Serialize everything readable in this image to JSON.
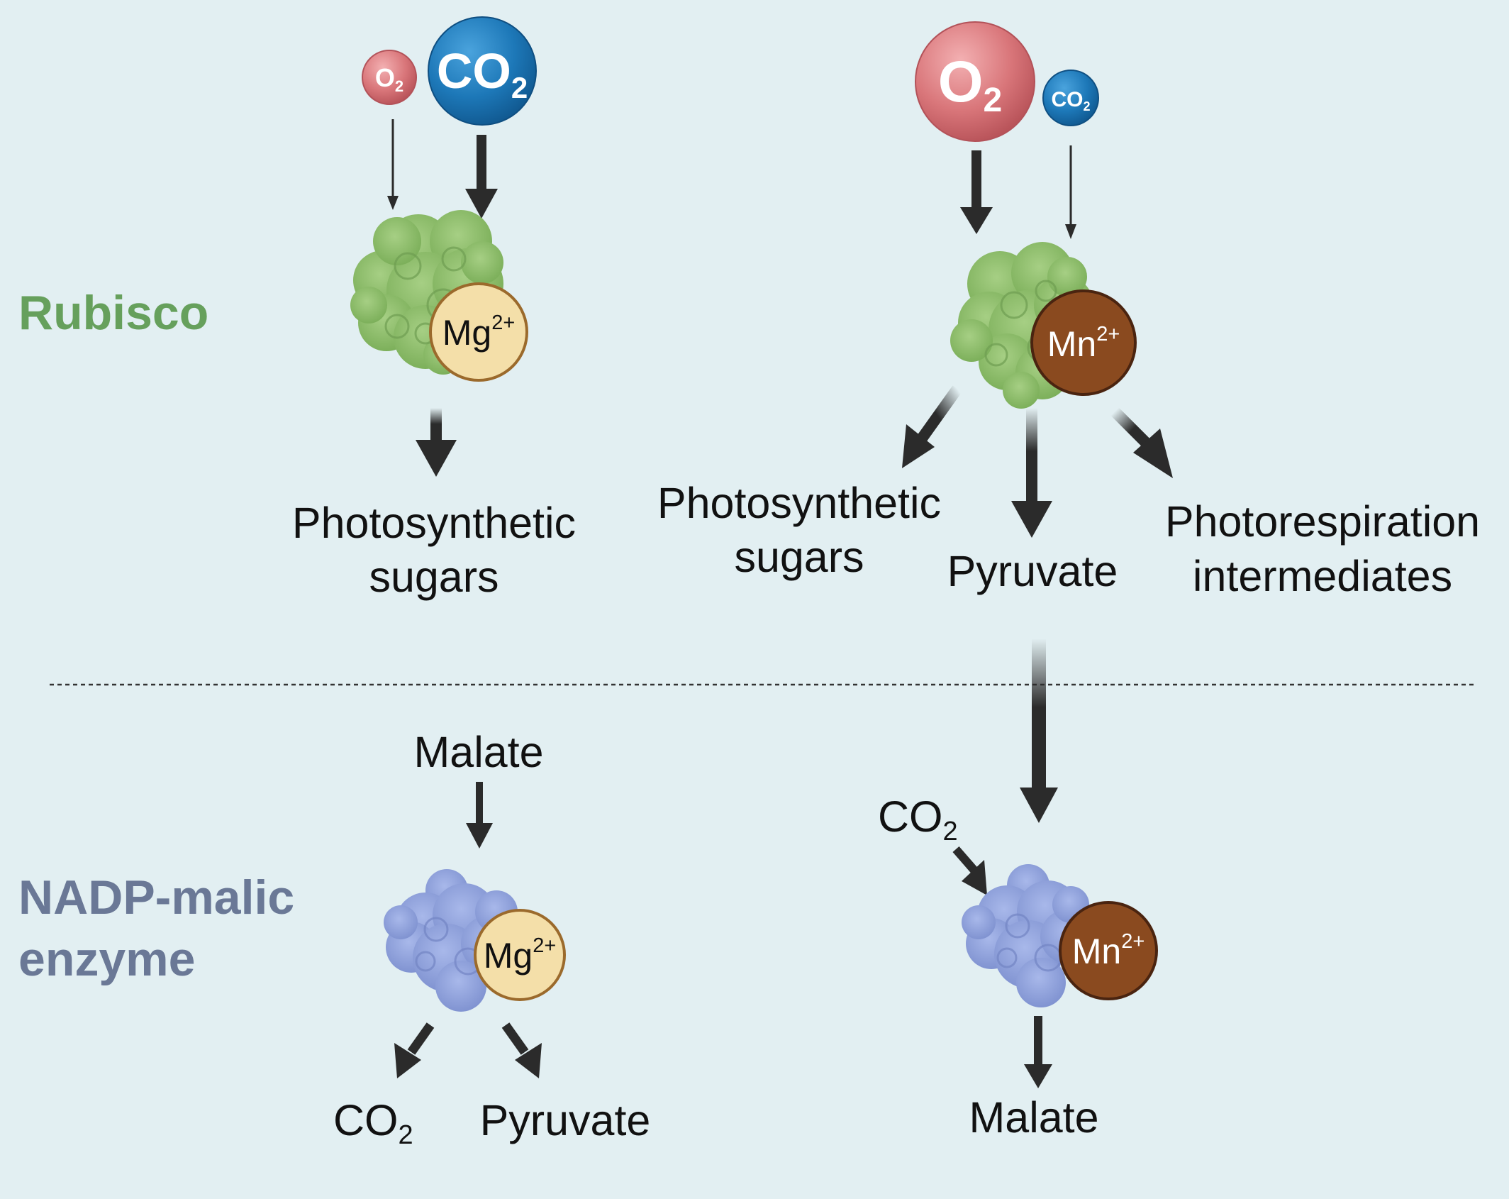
{
  "colors": {
    "background": "#e2eff2",
    "rubisco_label": "#66a05c",
    "nme_label": "#6a7896",
    "rubisco_protein": "#8fbe6b",
    "nme_protein": "#8d9fd9",
    "mg_fill": "#f4dfa9",
    "mg_stroke": "#9b6a2c",
    "mn_fill": "#8a4a1f",
    "mn_stroke": "#4a2410",
    "o2_bubble": "#d9767a",
    "co2_bubble": "#1d78b8",
    "arrow": "#2b2b2b"
  },
  "row_labels": {
    "rubisco": "Rubisco",
    "nme_line1": "NADP-malic",
    "nme_line2": "enzyme"
  },
  "ions": {
    "mg": {
      "base": "Mg",
      "charge": "2+"
    },
    "mn": {
      "base": "Mn",
      "charge": "2+"
    }
  },
  "gases": {
    "o2": {
      "base": "O",
      "sub": "2"
    },
    "co2": {
      "base": "CO",
      "sub": "2"
    }
  },
  "products": {
    "rubisco_mg": {
      "line1": "Photosynthetic",
      "line2": "sugars"
    },
    "rubisco_mn_sugars": {
      "line1": "Photosynthetic",
      "line2": "sugars"
    },
    "rubisco_mn_pyruvate": "Pyruvate",
    "rubisco_mn_photoresp": {
      "line1": "Photorespiration",
      "line2": "intermediates"
    },
    "nme_mg_substrate": "Malate",
    "nme_mg_pyruvate": "Pyruvate",
    "nme_mn_product": "Malate"
  },
  "icons": {
    "protein": "protein-blob-icon",
    "gas": "gas-bubble-icon",
    "arrow": "arrow-icon"
  }
}
